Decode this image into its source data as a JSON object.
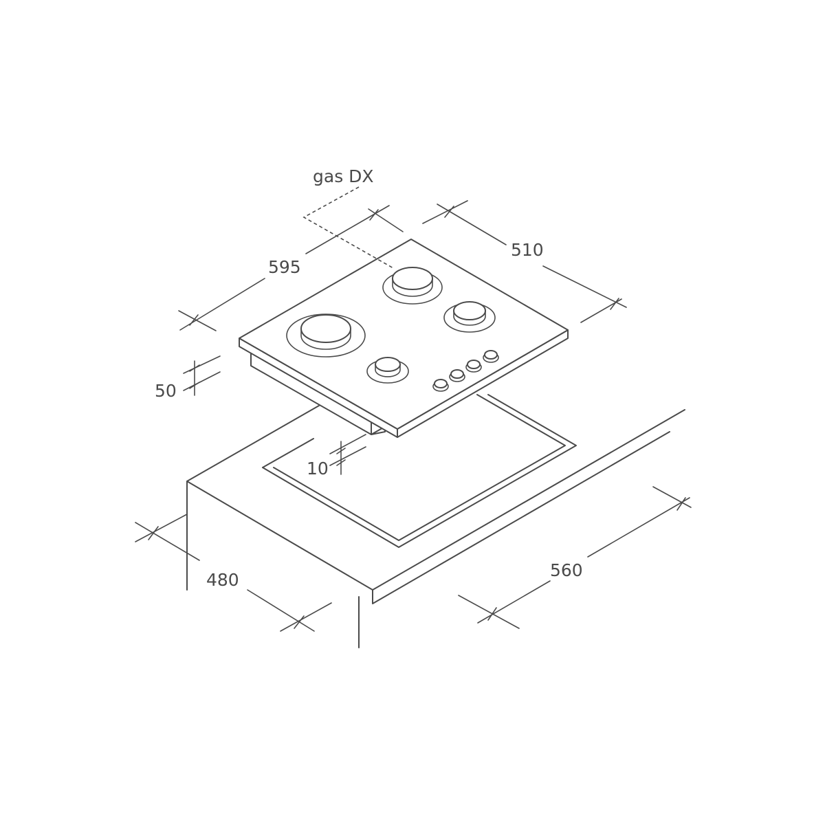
{
  "diagram": {
    "label_gas": "gas DX",
    "dim_width": "595",
    "dim_depth": "510",
    "dim_height": "50",
    "dim_recess": "10",
    "dim_cutout_depth": "480",
    "dim_cutout_width": "560"
  },
  "colors": {
    "line": "#4a4a4a",
    "background": "#ffffff"
  }
}
